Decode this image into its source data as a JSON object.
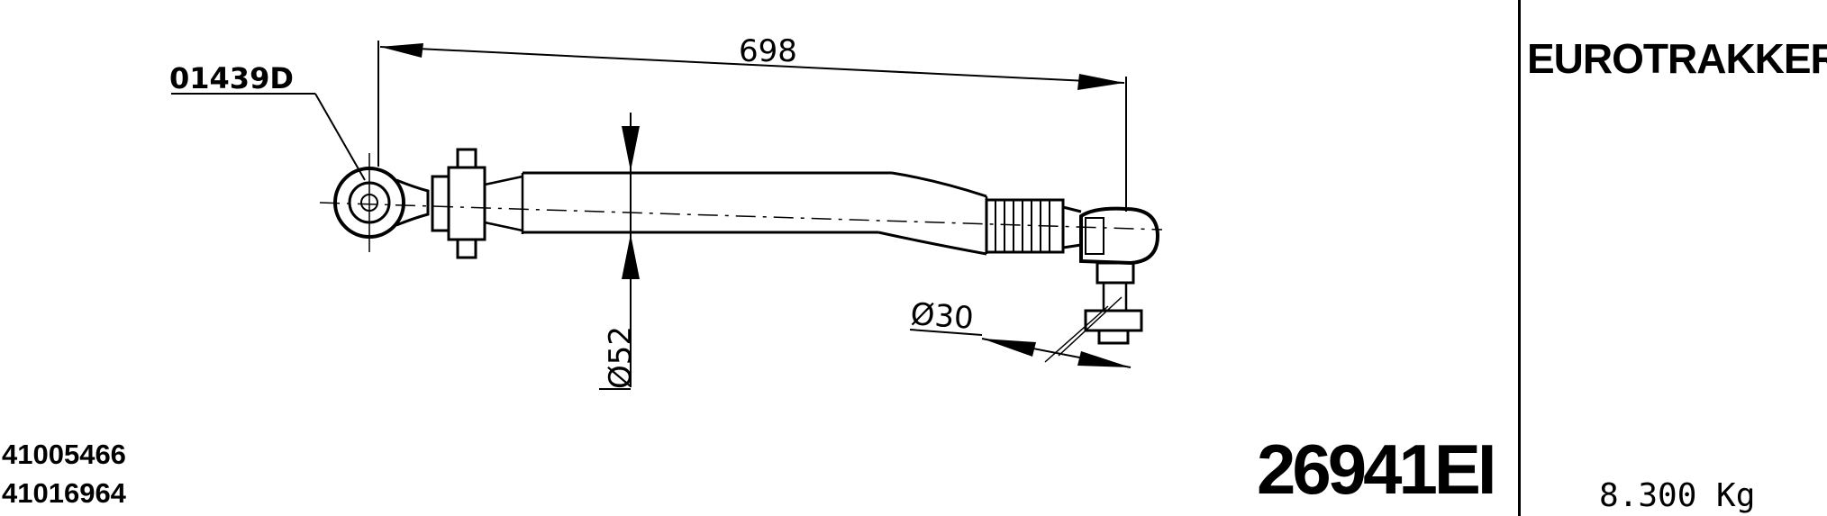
{
  "brand": "EUROTRAKKER",
  "part_number": "26941EI",
  "weight": "8.300 Kg",
  "oem_numbers": [
    "41005466",
    "41016964"
  ],
  "drawing": {
    "ref_code": "01439D",
    "length_dim": "698",
    "tube_diameter_dim": "Ø52",
    "end_diameter_dim": "Ø30"
  }
}
